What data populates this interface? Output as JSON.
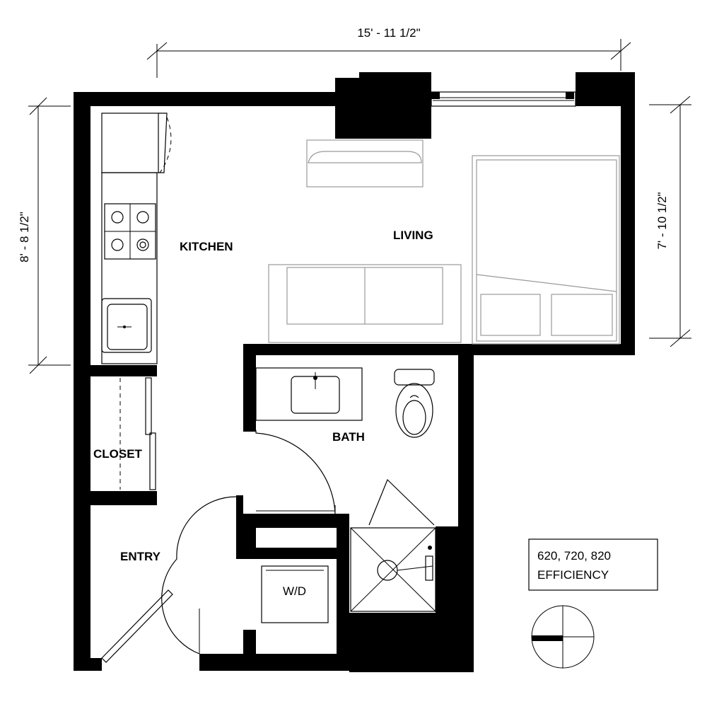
{
  "dimensions": {
    "top_width": "15' - 11 1/2\"",
    "left_height": "8' - 8 1/2\"",
    "right_height": "7' - 10 1/2\""
  },
  "rooms": {
    "kitchen": "KITCHEN",
    "living": "LIVING",
    "closet": "CLOSET",
    "bath": "BATH",
    "entry": "ENTRY",
    "washer_dryer": "W/D"
  },
  "legend": {
    "units": "620, 720, 820",
    "plan_type": "EFFICIENCY"
  },
  "icons": {
    "key_plan": "key-plan-compass-icon"
  }
}
